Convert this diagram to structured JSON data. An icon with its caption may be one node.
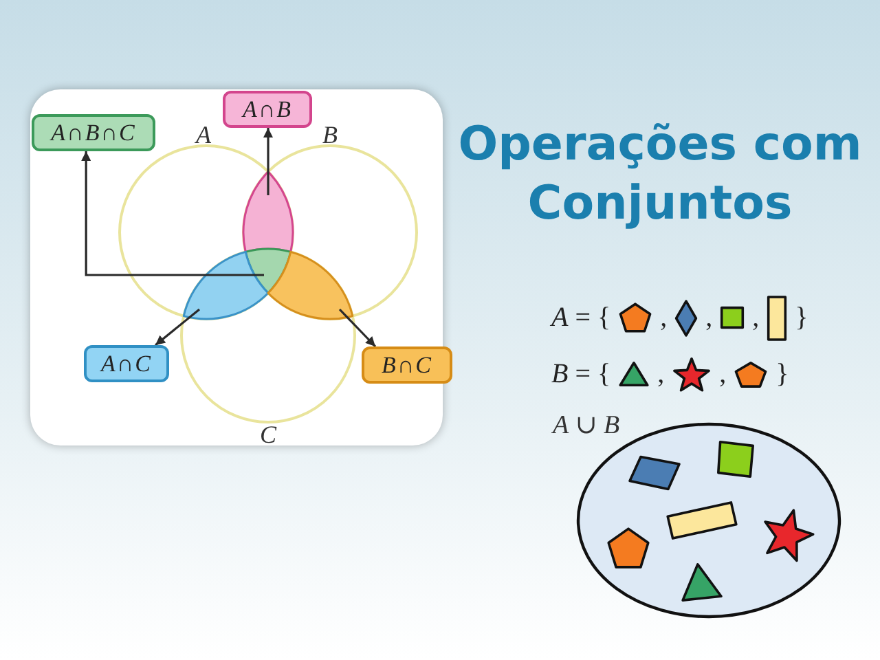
{
  "diagram": {
    "title": "Operações com Conjuntos",
    "nodes": [
      {
        "text": [
          "*A*∩*B*∩*C*"
        ]
      },
      {
        "text": [
          "*A*∩*B*"
        ]
      },
      {
        "text": [
          "A"
        ]
      },
      {
        "text": [
          "B"
        ]
      },
      {
        "text": [],
        "shape": "lens"
      },
      {
        "text": [],
        "shape": "triangle"
      },
      {
        "text": [],
        "shape": "lens"
      },
      {
        "text": [],
        "shape": "lens"
      },
      {
        "text": [
          "*A*∩*C*"
        ]
      },
      {
        "text": [
          "*B*∩*C*"
        ]
      },
      {
        "text": [
          "C"
        ]
      },
      {
        "text": [
          "*A* ∪ *B*"
        ]
      }
    ],
    "edges": [
      {
        "from": 5,
        "to": 0,
        "arrow": "to"
      },
      {
        "from": 4,
        "to": 1,
        "arrow": "to"
      },
      {
        "from": 6,
        "to": 8,
        "arrow": "to"
      },
      {
        "from": 7,
        "to": 9,
        "arrow": "to"
      }
    ],
    "labels": [
      "*A* = {",
      ",",
      ",",
      ",",
      "}",
      "*B* = {",
      ",",
      ",",
      "}"
    ]
  }
}
